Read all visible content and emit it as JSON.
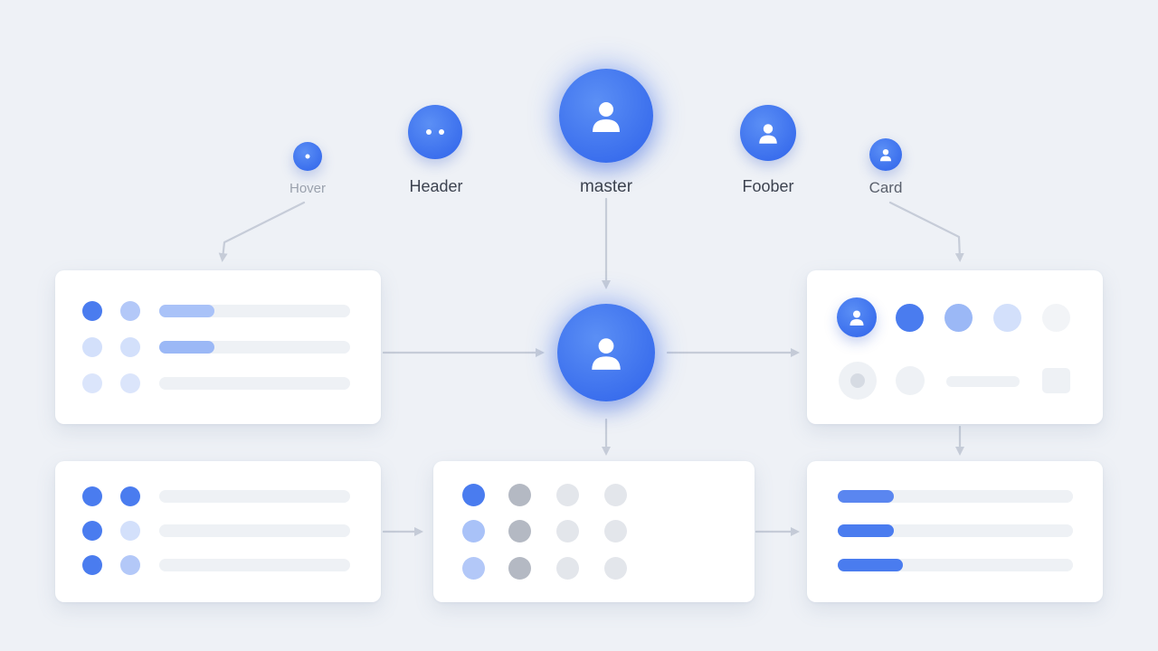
{
  "nodes": {
    "hover": {
      "label": "Hover"
    },
    "header": {
      "label": "Header"
    },
    "master": {
      "label": "master"
    },
    "foober": {
      "label": "Foober"
    },
    "card": {
      "label": "Card"
    }
  },
  "colors": {
    "accent": "#3b6ff0",
    "accent_light": "#a9c2f8",
    "accent_pale": "#d3e0fb",
    "track": "#eef1f5",
    "gray_dark": "#b4b9c3",
    "gray_light": "#e3e6eb",
    "connector": "#c6ccd8",
    "background": "#eef1f6"
  },
  "icons": {
    "hover": "dot-icon",
    "header": "ellipsis-icon",
    "master": "user-icon",
    "foober": "user-icon",
    "card": "user-icon",
    "hub": "user-icon"
  }
}
